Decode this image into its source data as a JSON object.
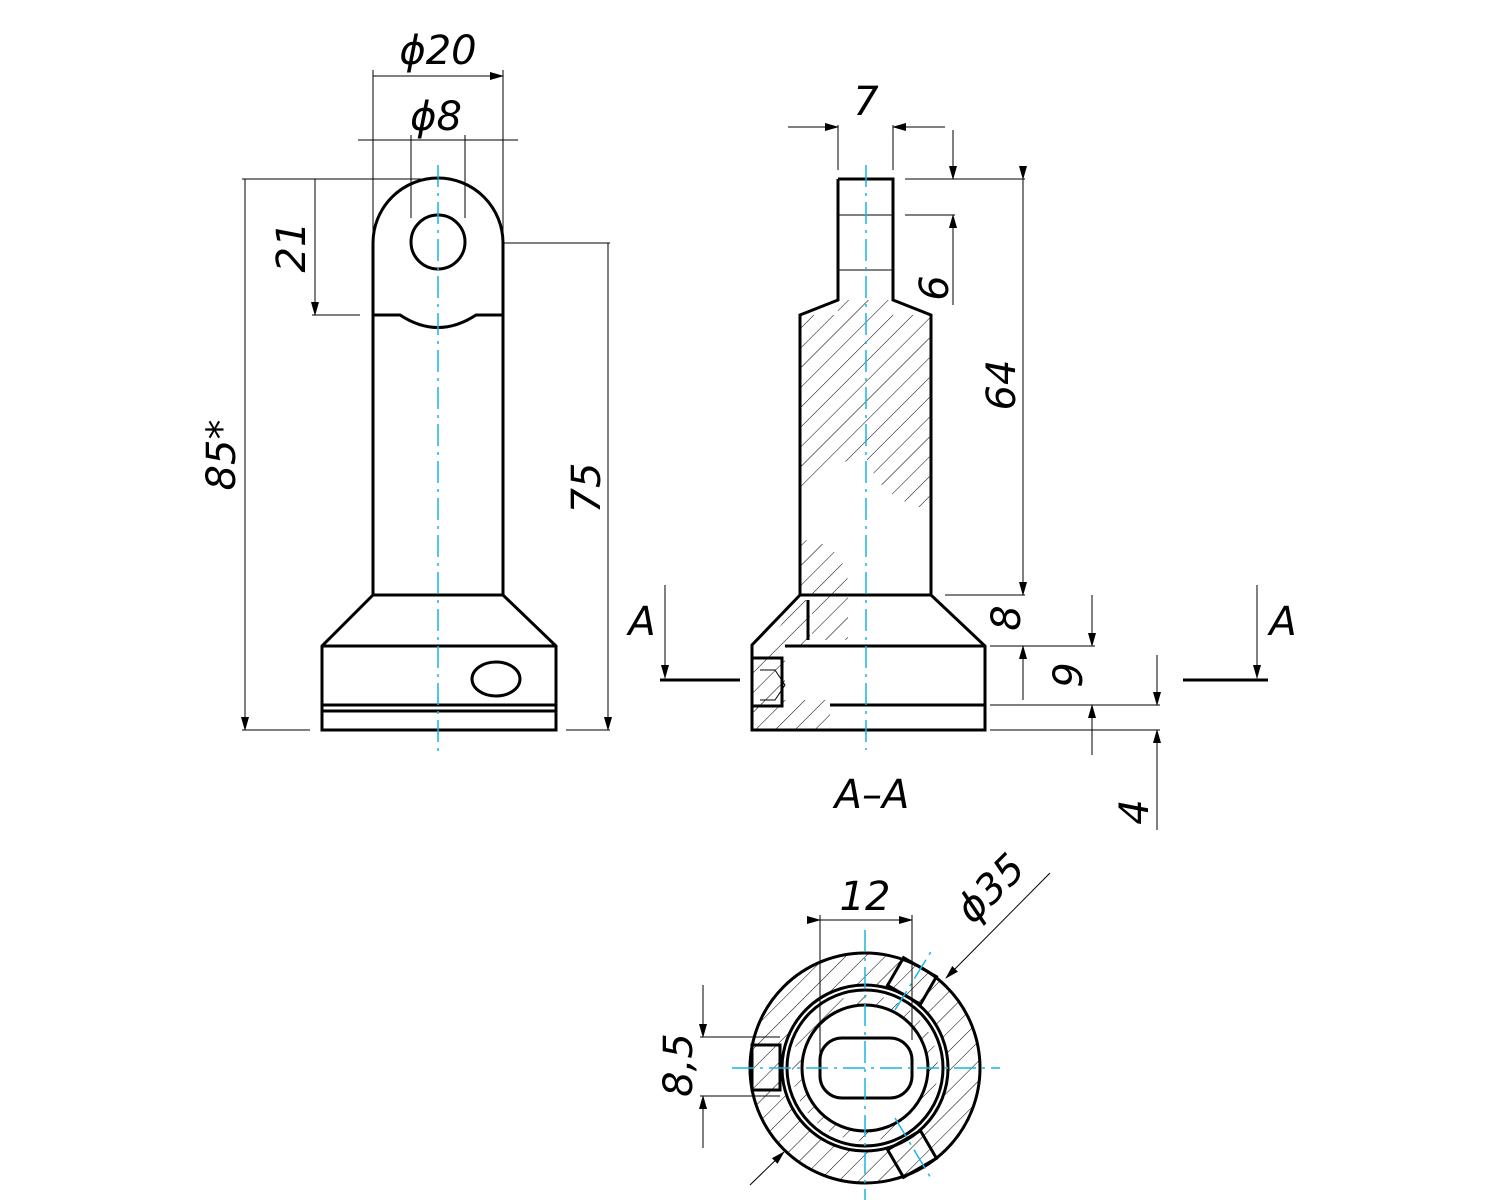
{
  "dimensions": {
    "d20": "ϕ20",
    "d8": "ϕ8",
    "h21": "21",
    "h85": "85*",
    "h75": "75",
    "w7": "7",
    "h6": "6",
    "h64": "64",
    "h8": "8",
    "h9": "9",
    "h4": "4",
    "w12": "12",
    "d35": "ϕ35",
    "h8_5": "8,5"
  },
  "section": {
    "marker_left": "A",
    "marker_right": "A",
    "title": "A–A"
  },
  "colors": {
    "centerline": "#19b6e0",
    "line": "#000000"
  }
}
